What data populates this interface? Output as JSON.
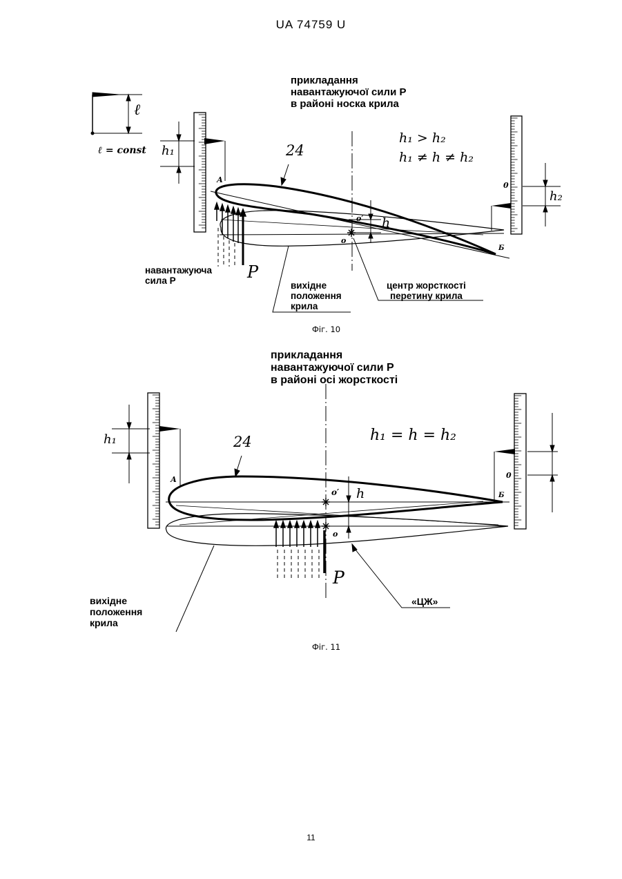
{
  "header": {
    "patent_number": "UA   74759   U"
  },
  "figure10": {
    "caption": "Фіг. 10",
    "title_lines": [
      "прикладання",
      "навантажуючої сили Р",
      "в районі носка крила"
    ],
    "formula_lines": [
      "h₁ > h₂",
      "h₁ ≠ h ≠ h₂"
    ],
    "l_const": "ℓ = const",
    "l_label": "ℓ",
    "wing_number": "24",
    "h1_label": "h₁",
    "h2_label": "h₂",
    "h_label": "h",
    "point_a": "А",
    "point_b": "Б",
    "point_o": "о",
    "point_o_prime": "о′",
    "zero_mark": "0",
    "force_label": "Р",
    "load_force_lines": [
      "навантажуюча",
      "сила Р"
    ],
    "initial_position_lines": [
      "вихідне",
      "положення",
      "крила"
    ],
    "stiffness_center_lines": [
      "центр жорсткості",
      "перетину крила"
    ]
  },
  "figure11": {
    "caption": "Фіг. 11",
    "title_lines": [
      "прикладання",
      "навантажуючої сили Р",
      "в районі осі жорсткості"
    ],
    "formula": "h₁ = h = h₂",
    "wing_number": "24",
    "h1_label": "h₁",
    "h_label": "h",
    "point_a": "А",
    "point_b": "Б",
    "point_o": "о",
    "point_o_prime": "о′",
    "zero_mark": "0",
    "force_label": "Р",
    "initial_position_lines": [
      "вихідне",
      "положення",
      "крила"
    ],
    "cz_label": "«ЦЖ»"
  },
  "page_number": "11"
}
